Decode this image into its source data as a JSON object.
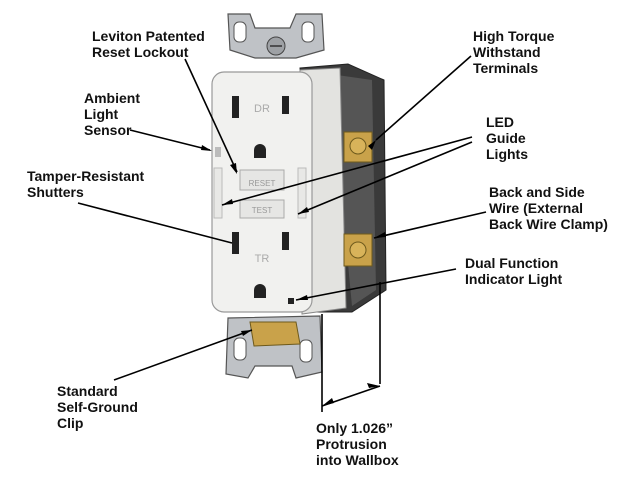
{
  "labels": {
    "reset_lockout": "Leviton Patented\nReset Lockout",
    "high_torque": "High Torque\nWithstand\nTerminals",
    "ambient_light": "Ambient\nLight\nSensor",
    "led_guide": "LED\nGuide\nLights",
    "tamper_resistant": "Tamper-Resistant\nShutters",
    "back_side_wire": "Back and Side\nWire (External\nBack Wire Clamp)",
    "dual_function": "Dual Function\nIndicator Light",
    "self_ground": "Standard\nSelf-Ground\nClip",
    "protrusion": "Only 1.026”\nProtrusion\ninto Wallbox"
  },
  "device_markings": {
    "reset_button": "RESET",
    "test_button": "TEST",
    "face_mark_top": "DR",
    "face_mark_bottom": "TR"
  },
  "colors": {
    "face": "#f1f1ef",
    "face_shade": "#d9d9d6",
    "housing": "#3a3a3a",
    "strap": "#b9bcc0",
    "terminal": "#c9a24a",
    "leader": "#000000"
  }
}
